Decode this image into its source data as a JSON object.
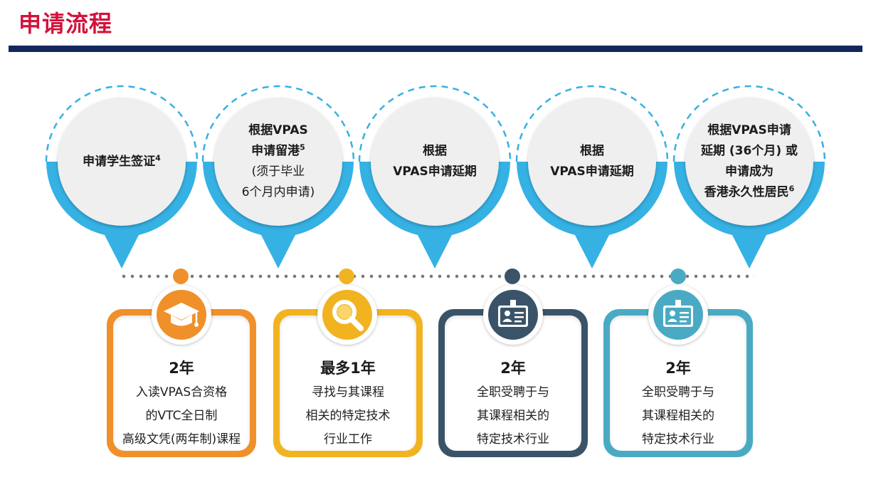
{
  "page": {
    "title": "申请流程"
  },
  "bubbles": [
    {
      "lines": [
        "申请学生签证"
      ],
      "sup": "4",
      "bold": [
        true
      ]
    },
    {
      "lines": [
        "根据VPAS",
        "申请留港",
        "(须于毕业",
        "6个月内申请)"
      ],
      "sup": "5",
      "sup_line": 1,
      "bold": [
        true,
        true,
        false,
        false
      ]
    },
    {
      "lines": [
        "根据",
        "VPAS申请延期"
      ],
      "bold": [
        true,
        true
      ]
    },
    {
      "lines": [
        "根据",
        "VPAS申请延期"
      ],
      "bold": [
        true,
        true
      ]
    },
    {
      "lines": [
        "根据VPAS申请",
        "延期 (36个月) 或",
        "申请成为",
        "香港永久性居民"
      ],
      "sup": "6",
      "sup_line": 3,
      "bold": [
        true,
        true,
        true,
        true
      ]
    }
  ],
  "stages": [
    {
      "duration": "2年",
      "desc": [
        "入读VPAS合资格",
        "的VTC全日制",
        "高级文凭(两年制)课程"
      ],
      "icon": "graduation-cap-icon",
      "color": "#f0902a"
    },
    {
      "duration": "最多1年",
      "desc": [
        "寻找与其课程",
        "相关的特定技术",
        "行业工作"
      ],
      "icon": "magnifier-icon",
      "color": "#f2b320"
    },
    {
      "duration": "2年",
      "desc": [
        "全职受聘于与",
        "其课程相关的",
        "特定技术行业"
      ],
      "icon": "id-badge-icon",
      "color": "#3a5368"
    },
    {
      "duration": "2年",
      "desc": [
        "全职受聘于与",
        "其课程相关的",
        "特定技术行业"
      ],
      "icon": "id-badge-icon",
      "color": "#4aaac4"
    }
  ],
  "colors": {
    "title": "#d3123c",
    "title_bar": "#13275d",
    "bubble_blue": "#35b1e4",
    "bubble_fill": "#efefef"
  }
}
